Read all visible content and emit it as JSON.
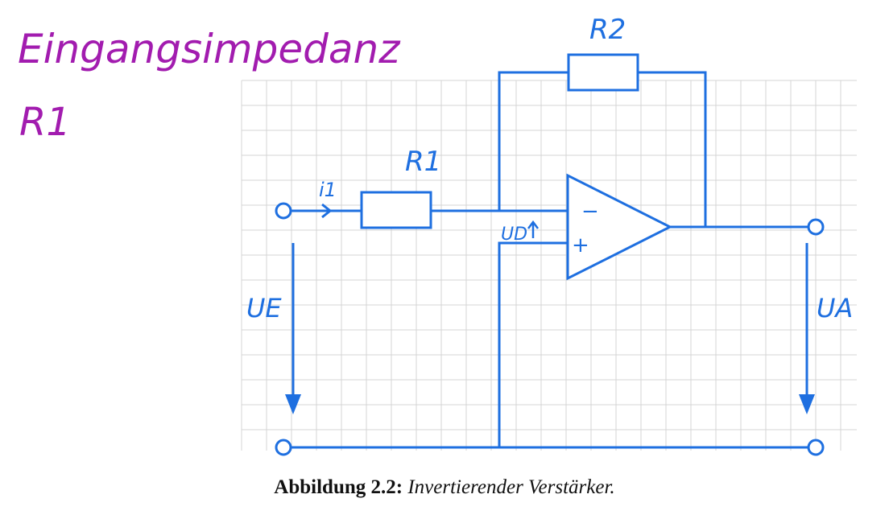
{
  "notes": {
    "line1": "Eingangsimpedanz",
    "line2": "R1",
    "color": "#a21caf"
  },
  "labels": {
    "r1": "R1",
    "r2": "R2",
    "i1": "i1",
    "ud": "UD",
    "ue": "UE",
    "ua": "UA",
    "minus": "−",
    "plus": "+"
  },
  "caption": {
    "label": "Abbildung 2.2:",
    "text": "Invertierender Verstärker."
  },
  "colors": {
    "wire": "#1e6fe0",
    "grid": "#d4d4d4",
    "caption": "#111111"
  }
}
